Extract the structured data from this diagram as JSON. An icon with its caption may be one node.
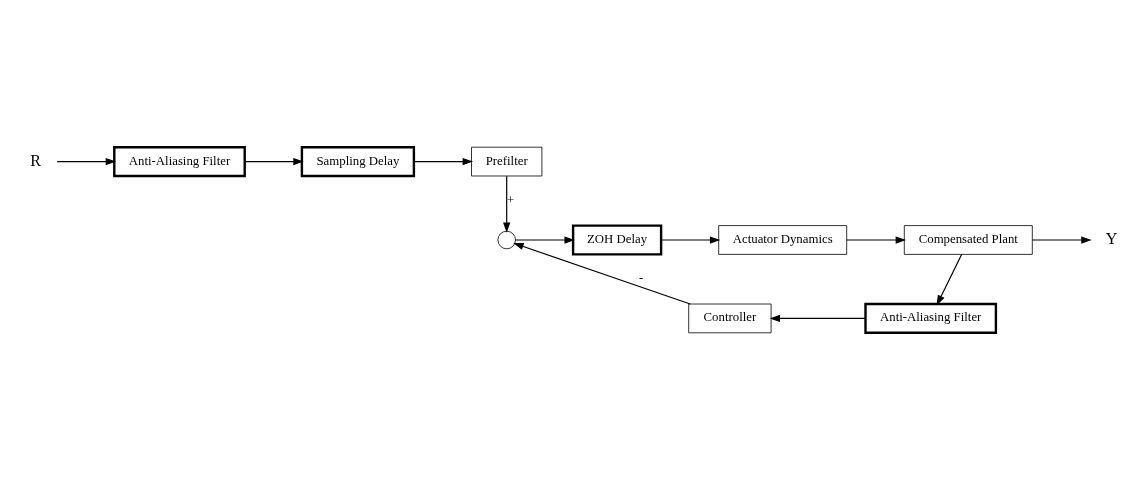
{
  "diagram": {
    "nodes": [
      {
        "text": [
          "R"
        ]
      },
      {
        "text": [
          "Anti-Aliasing Filter"
        ]
      },
      {
        "text": [
          "Sampling Delay"
        ]
      },
      {
        "text": [
          "Prefilter"
        ]
      },
      {
        "text": [],
        "shape": "circle"
      },
      {
        "text": [
          "ZOH Delay"
        ]
      },
      {
        "text": [
          "Actuator Dynamics"
        ]
      },
      {
        "text": [
          "Compensated Plant"
        ]
      },
      {
        "text": [
          "Y"
        ]
      },
      {
        "text": [
          "Anti-Aliasing Filter"
        ]
      },
      {
        "text": [
          "Controller"
        ]
      }
    ],
    "edges": [
      {
        "from": 0,
        "to": 1,
        "arrow": "to"
      },
      {
        "from": 1,
        "to": 2,
        "arrow": "to"
      },
      {
        "from": 2,
        "to": 3,
        "arrow": "to"
      },
      {
        "from": 3,
        "to": 4,
        "arrow": "to",
        "label": "+"
      },
      {
        "from": 4,
        "to": 5,
        "arrow": "to"
      },
      {
        "from": 5,
        "to": 6,
        "arrow": "to"
      },
      {
        "from": 6,
        "to": 7,
        "arrow": "to"
      },
      {
        "from": 7,
        "to": 8,
        "arrow": "to"
      },
      {
        "from": 7,
        "to": 9,
        "arrow": "to"
      },
      {
        "from": 9,
        "to": 10,
        "arrow": "to"
      },
      {
        "from": 10,
        "to": 4,
        "arrow": "to",
        "label": "-"
      }
    ]
  }
}
